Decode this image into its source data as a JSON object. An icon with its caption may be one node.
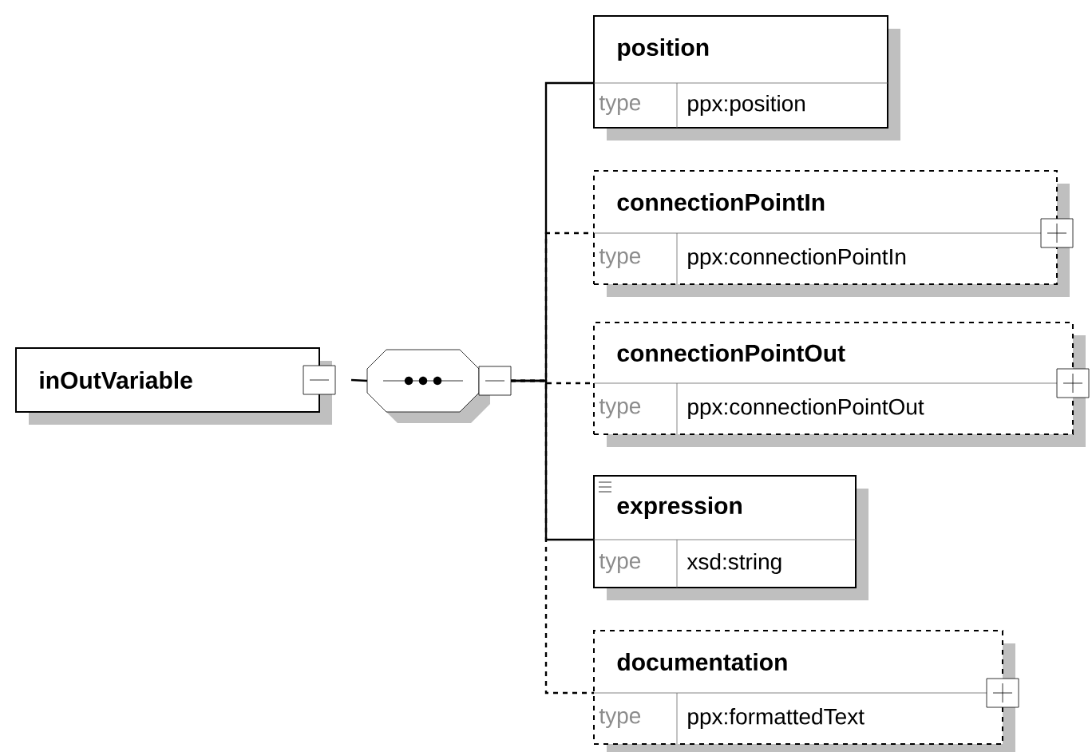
{
  "diagram": {
    "nodes": [
      {
        "text": [
          "inOutVariable"
        ]
      },
      {
        "text": [],
        "shape": "octagon"
      },
      {
        "text": [
          "position",
          "type",
          "ppx:position"
        ]
      },
      {
        "text": [
          "connectionPointIn",
          "type",
          "ppx:connectionPointIn"
        ]
      },
      {
        "text": [
          "connectionPointOut",
          "type",
          "ppx:connectionPointOut"
        ]
      },
      {
        "text": [
          "expression",
          "type",
          "xsd:string"
        ]
      },
      {
        "text": [
          "documentation",
          "type",
          "ppx:formattedText"
        ]
      }
    ],
    "edges": [
      {
        "from": 0,
        "to": 1,
        "arrow": "none"
      },
      {
        "from": 1,
        "to": 2,
        "arrow": "none"
      },
      {
        "from": 1,
        "to": 3,
        "arrow": "none",
        "style": "dashed"
      },
      {
        "from": 1,
        "to": 4,
        "arrow": "none",
        "style": "dashed"
      },
      {
        "from": 1,
        "to": 5,
        "arrow": "none"
      },
      {
        "from": 1,
        "to": 6,
        "arrow": "none",
        "style": "dashed"
      }
    ]
  }
}
